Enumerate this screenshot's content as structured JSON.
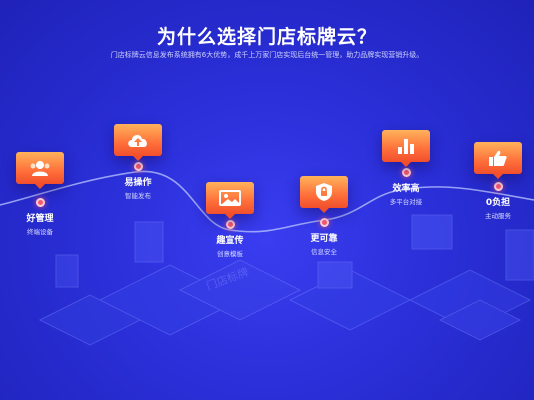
{
  "header": {
    "title": "为什么选择门店标牌云？",
    "subtitle": "门店标牌云信息发布系统拥有6大优势，成千上万家门店实现后台统一管理，助力品牌实现营销升级。"
  },
  "features": [
    {
      "name": "好管理",
      "desc": "终端设备",
      "icon": "users-icon"
    },
    {
      "name": "易操作",
      "desc": "智能发布",
      "icon": "cloud-upload-icon"
    },
    {
      "name": "趣宣传",
      "desc": "创意模板",
      "icon": "image-icon"
    },
    {
      "name": "更可靠",
      "desc": "信息安全",
      "icon": "shield-lock-icon"
    },
    {
      "name": "效率高",
      "desc": "多平台对接",
      "icon": "bar-chart-icon"
    },
    {
      "name": "0负担",
      "desc": "主动服务",
      "icon": "thumbs-up-icon"
    }
  ],
  "illustration": {
    "sign_text": "门店标牌"
  },
  "colors": {
    "background": "#2a2fd8",
    "card_top": "#ffb25a",
    "card_bottom": "#f14f2c",
    "node_dot": "#ff5a6e"
  }
}
